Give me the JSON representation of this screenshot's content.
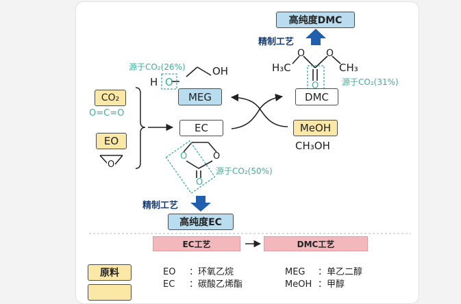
{
  "top_product": "高纯度DMC",
  "refine_label_top": "精制工艺",
  "dmc_structure": {
    "left": "H₃C",
    "right": "CH₃",
    "o_left": "O",
    "o_right": "O",
    "o_carbonyl": "O"
  },
  "dmc_source": "源于CO₂(31%)",
  "meg_structure": {
    "h": "H",
    "o": "O",
    "oh": "OH"
  },
  "meg_source": "源于CO₂(26%)",
  "meg_label": "MEG",
  "dmc_label": "DMC",
  "co2_label": "CO₂",
  "co2_formula": "O=C=O",
  "eo_label": "EO",
  "eo_ring_o": "O",
  "ec_label": "EC",
  "meoh_label": "MeOH",
  "meoh_formula": "CH₃OH",
  "ec_structure": {
    "o_left": "O",
    "o_right": "O",
    "o_carbonyl": "O"
  },
  "ec_source": "源于CO₂(50%)",
  "refine_label_bottom": "精制工艺",
  "bottom_product": "高纯度EC",
  "process_ec": "EC工艺",
  "process_dmc": "DMC工艺",
  "legend": {
    "key": "原料",
    "rows": [
      {
        "abbr": "EO",
        "sep": "：",
        "name": "环氧乙烷"
      },
      {
        "abbr": "EC",
        "sep": "：",
        "name": "碳酸乙烯酯"
      },
      {
        "abbr": "MEG",
        "sep": "：",
        "name": "单乙二醇"
      },
      {
        "abbr": "MeOH",
        "sep": "：",
        "name": "甲醇"
      }
    ]
  },
  "colors": {
    "blue": "#b9dcef",
    "yellow": "#fbe7a6",
    "pink": "#f2b8bc",
    "arrow_blue": "#1f5fae",
    "teal": "#3fae9a",
    "navy": "#1a3c73"
  }
}
